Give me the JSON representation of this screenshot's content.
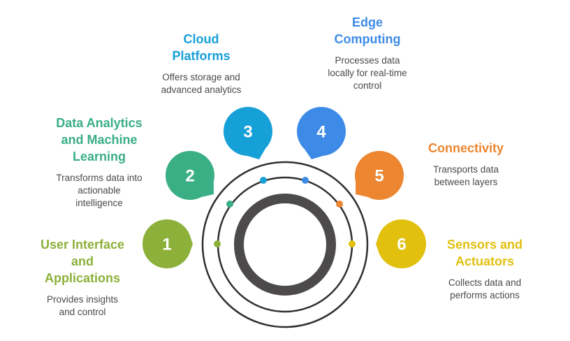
{
  "colors": {
    "ring": "#2f2f2f",
    "core": "#4d4a4b"
  },
  "items": [
    {
      "number": "1",
      "title": "User Interface\nand\nApplications",
      "description": "Provides insights\nand control",
      "color": "#8db03a"
    },
    {
      "number": "2",
      "title": "Data Analytics\nand Machine\nLearning",
      "description": "Transforms data into\nactionable\nintelligence",
      "color": "#3aae84"
    },
    {
      "number": "3",
      "title": "Cloud\nPlatforms",
      "description": "Offers storage and\nadvanced analytics",
      "color": "#16a0d8"
    },
    {
      "number": "4",
      "title": "Edge\nComputing",
      "description": "Processes data\nlocally for real-time\ncontrol",
      "color": "#3d8be6"
    },
    {
      "number": "5",
      "title": "Connectivity",
      "description": "Transports data\nbetween layers",
      "color": "#ec8630"
    },
    {
      "number": "6",
      "title": "Sensors and\nActuators",
      "description": "Collects data and\nperforms actions",
      "color": "#e1c00e"
    }
  ]
}
